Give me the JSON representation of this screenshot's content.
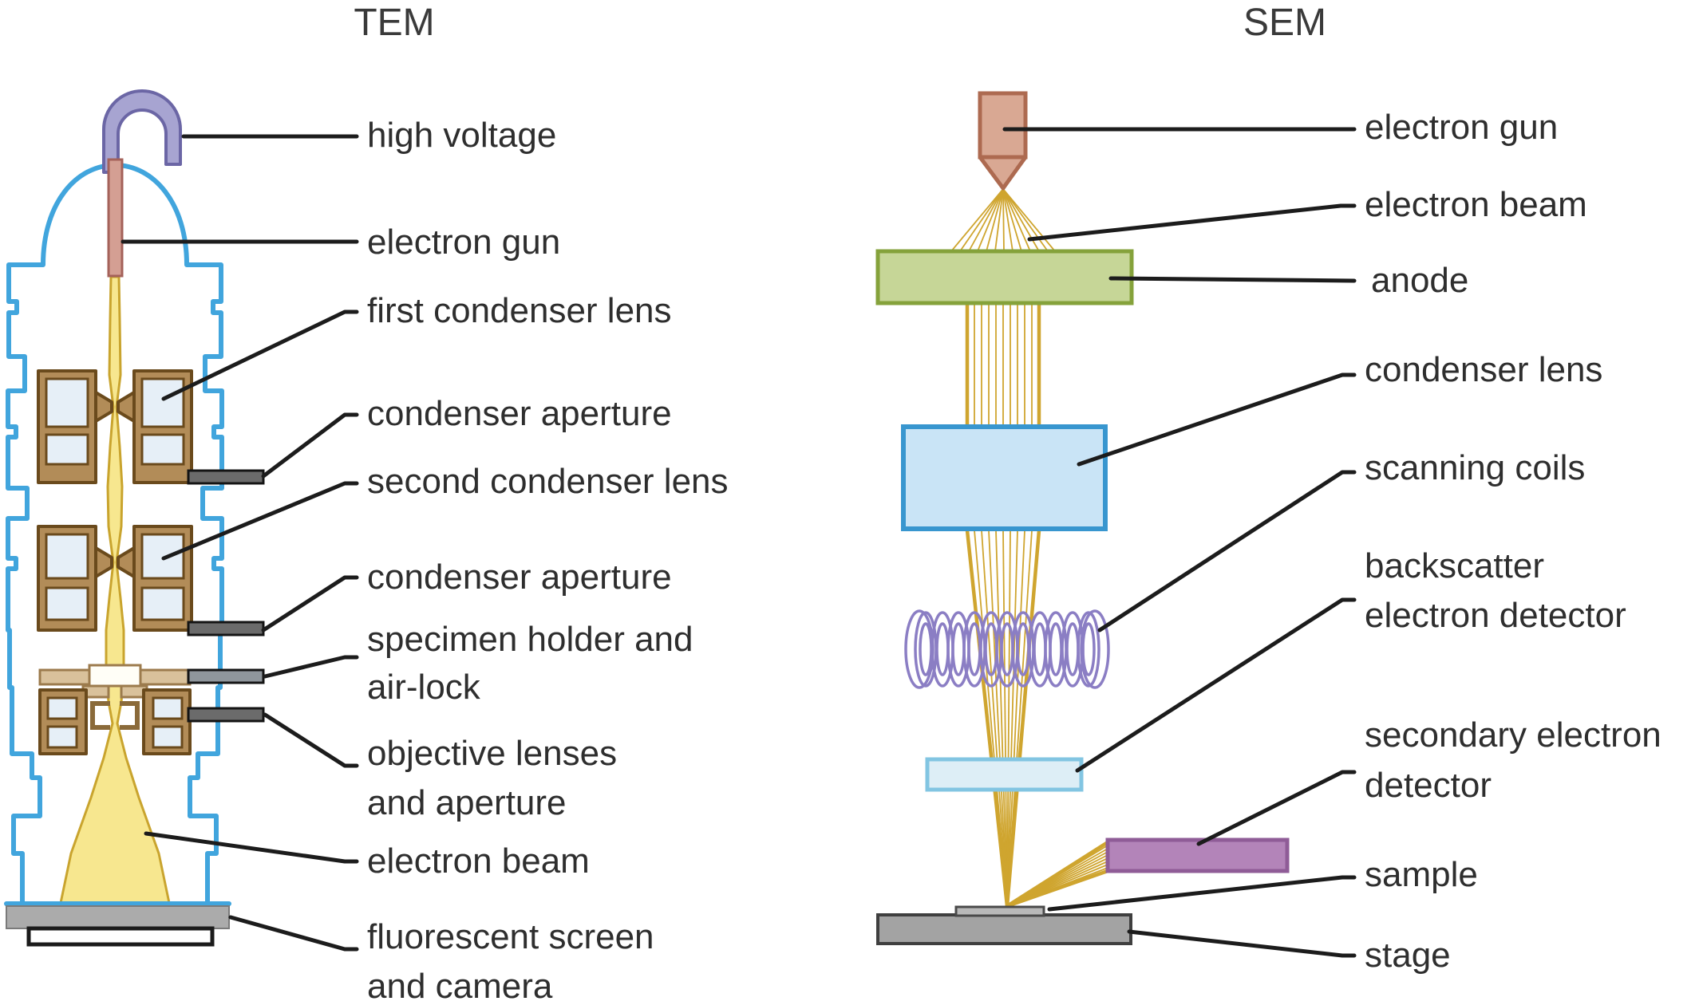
{
  "titles": {
    "tem": "TEM",
    "sem": "SEM"
  },
  "tem": {
    "labels": {
      "high_voltage": "high voltage",
      "electron_gun": "electron gun",
      "first_condenser_lens": "first condenser lens",
      "condenser_aperture_1": "condenser aperture",
      "second_condenser_lens": "second condenser lens",
      "condenser_aperture_2": "condenser aperture",
      "specimen_line1": "specimen holder and",
      "specimen_line2": "air-lock",
      "objective_line1": "objective lenses",
      "objective_line2": "and aperture",
      "electron_beam": "electron beam",
      "screen_line1": "fluorescent screen",
      "screen_line2": "and camera"
    }
  },
  "sem": {
    "labels": {
      "electron_gun": "electron gun",
      "electron_beam": "electron beam",
      "anode": "anode",
      "condenser_lens": "condenser lens",
      "scanning_coils": "scanning coils",
      "backscatter_line1": "backscatter",
      "backscatter_line2": "electron detector",
      "secondary_line1": "secondary electron",
      "secondary_line2": "detector",
      "sample": "sample",
      "stage": "stage"
    }
  },
  "colors": {
    "text": "#2e2e2e",
    "title": "#3a3a3a",
    "leader": "#1c1c1c",
    "outline": "#41a5dd",
    "beamFill": "#f7e78f",
    "beamEdge": "#c9a42e",
    "beamLine": "#cfa52f",
    "lensFill": "#b28c58",
    "lensEdge": "#6a4a1c",
    "windowFill": "#e6eff7",
    "barFill": "#6b6b6b",
    "barEdge": "#141414",
    "hookFill": "#a7a4d1",
    "hookEdge": "#6b66a5",
    "rodFill": "#d49f93",
    "rodEdge": "#a4625a",
    "gunFill": "#d9a893",
    "gunEdge": "#ad6a50",
    "anodeFill": "#c6d697",
    "anodeEdge": "#85a23b",
    "condFill": "#c9e4f6",
    "condEdge": "#3896cf",
    "coil": "#8b7ec4",
    "bsdFill": "#ddeef6",
    "bsdEdge": "#82c5e2",
    "sedFill": "#b384b9",
    "sedEdge": "#8f5c97",
    "screenFill": "#ababab",
    "screenEdge": "#7a7a7a",
    "stageFill": "#a3a3a3",
    "stageEdge": "#3f3f3f",
    "sampleFill": "#b9b9b9",
    "holderFill": "#d9c19b",
    "holderEdge": "#9c7b4d",
    "slotFill": "#fffef7",
    "cameraEdge": "#1b1b1b"
  }
}
